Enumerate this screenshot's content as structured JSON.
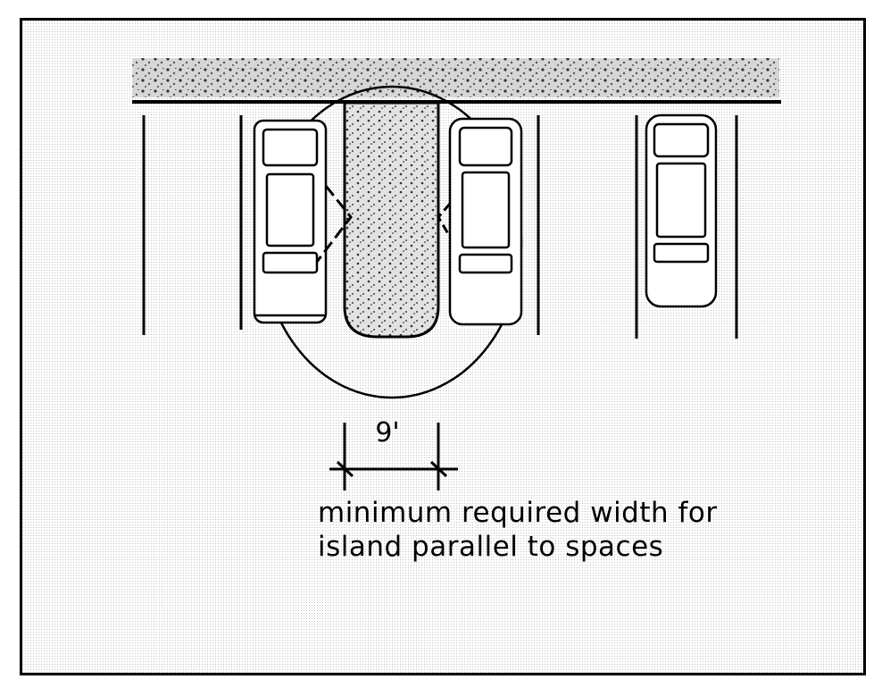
{
  "dimension": {
    "label": "9'"
  },
  "caption": {
    "line1": "minimum required width for",
    "line2": "island parallel to spaces"
  }
}
